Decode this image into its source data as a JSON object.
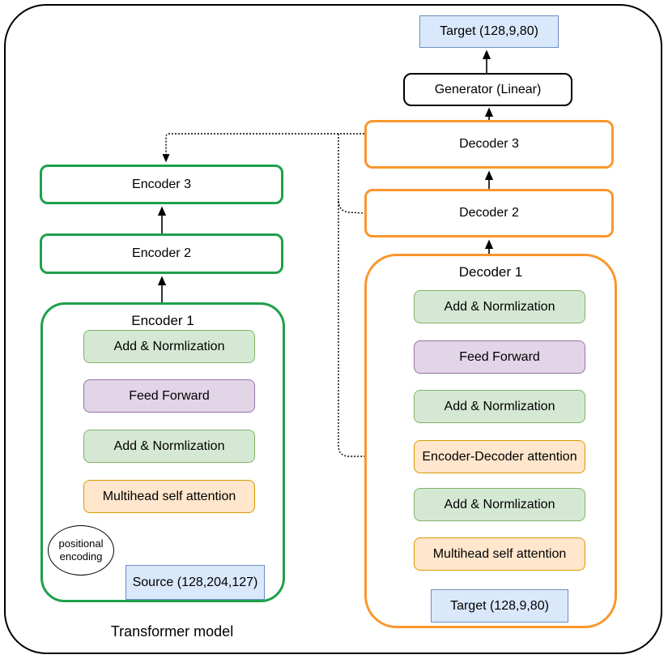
{
  "title": "Transformer model",
  "colors": {
    "green_fill": "#d5e8d4",
    "green_stroke": "#82b366",
    "purple_fill": "#e1d5e7",
    "purple_stroke": "#9673a6",
    "orange_fill": "#ffe6cc",
    "orange_stroke": "#d79b00",
    "blue_fill": "#dae8fc",
    "blue_stroke": "#6c8ebf",
    "encoder_border": "#1ea04b",
    "decoder_border": "#fa962d",
    "outer_border": "#000000",
    "line": "#000000"
  },
  "encoder": {
    "encoder3_label": "Encoder 3",
    "encoder2_label": "Encoder 2",
    "encoder1": {
      "title": "Encoder 1",
      "add_norm_top": "Add & Normlization",
      "feed_forward": "Feed Forward",
      "add_norm_bottom": "Add & Normlization",
      "multihead_attention": "Multihead self attention",
      "positional_encoding": [
        "positional",
        "encoding"
      ],
      "source_input": "Source (128,204,127)"
    }
  },
  "decoder": {
    "target_output": "Target (128,9,80)",
    "generator": "Generator (Linear)",
    "decoder3_label": "Decoder 3",
    "decoder2_label": "Decoder 2",
    "decoder1": {
      "title": "Decoder 1",
      "add_norm_top": "Add & Normlization",
      "feed_forward": "Feed Forward",
      "add_norm_middle": "Add & Normlization",
      "encoder_decoder_attention": "Encoder-Decoder attention",
      "add_norm_bottom": "Add & Normlization",
      "multihead_attention": "Multihead self attention",
      "target_input": "Target (128,9,80)"
    }
  }
}
